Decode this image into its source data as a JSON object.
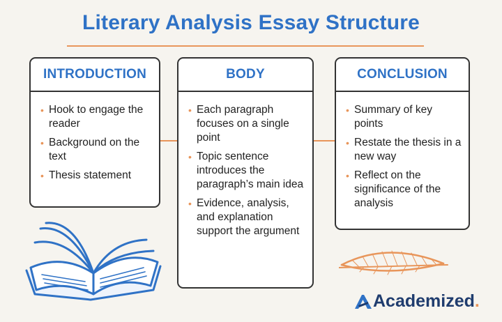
{
  "title": "Literary Analysis Essay Structure",
  "colors": {
    "accent_blue": "#2f72c6",
    "accent_orange": "#e8955a",
    "border": "#333333",
    "background": "#f6f4ef",
    "logo_navy": "#1f3c6e"
  },
  "sections": [
    {
      "heading": "INTRODUCTION",
      "bullets": [
        "Hook to engage the reader",
        "Background on the text",
        "Thesis statement"
      ]
    },
    {
      "heading": "BODY",
      "bullets": [
        "Each paragraph focuses on a single point",
        "Topic sentence introduces the paragraph’s main idea",
        "Evidence, analysis, and explanation support the argument"
      ]
    },
    {
      "heading": "CONCLUSION",
      "bullets": [
        "Summary of key points",
        "Restate the thesis in a new way",
        "Reflect on the significance of the analysis"
      ]
    }
  ],
  "icons": [
    "open-book-icon",
    "feather-quill-icon",
    "academized-logo-icon"
  ],
  "brand": {
    "name": "Academized",
    "suffix": "."
  }
}
